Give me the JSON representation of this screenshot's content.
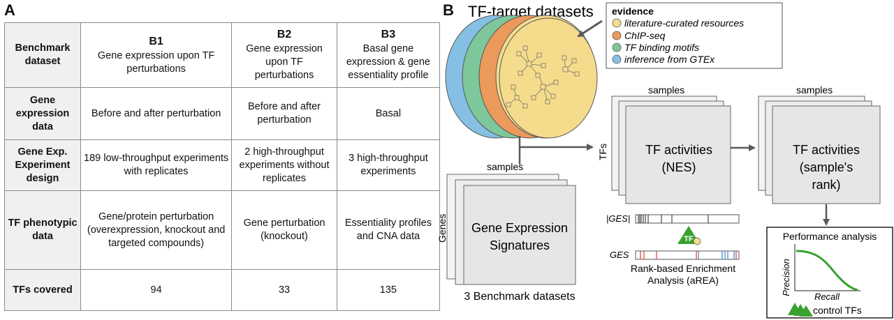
{
  "panel_a": {
    "letter": "A",
    "columns": [
      {
        "id": "B1",
        "desc": "Gene expression upon TF perturbations"
      },
      {
        "id": "B2",
        "desc": "Gene expression upon TF perturbations"
      },
      {
        "id": "B3",
        "desc": "Basal gene expression & gene essentiality profile"
      }
    ],
    "rows": [
      {
        "label": "Benchmark dataset"
      },
      {
        "label": "Gene expression data",
        "cells": [
          "Before and after perturbation",
          "Before and after perturbation",
          "Basal"
        ]
      },
      {
        "label": "Gene Exp. Experiment design",
        "cells": [
          "189 low-throughput experiments with replicates",
          "2 high-throughput experiments without replicates",
          "3 high-throughput experiments"
        ]
      },
      {
        "label": "TF phenotypic data",
        "cells": [
          "Gene/protein perturbation (overexpression, knockout and targeted compounds)",
          "Gene perturbation (knockout)",
          "Essentiality profiles and CNA data"
        ]
      },
      {
        "label": "TFs covered",
        "cells": [
          "94",
          "33",
          "135"
        ]
      }
    ]
  },
  "panel_b": {
    "letter": "B",
    "title": "TF-target datasets",
    "evidence": {
      "heading": "evidence",
      "items": [
        {
          "label": "literature-curated resources",
          "color": "#f5dc8c"
        },
        {
          "label": "ChIP-seq",
          "color": "#eb9a5c"
        },
        {
          "label": "TF binding motifs",
          "color": "#7ec79a"
        },
        {
          "label": "inference from GTEx",
          "color": "#86bfe4"
        }
      ]
    },
    "ges": {
      "samples_label": "samples",
      "genes_label": "Genes",
      "title_line1": "Gene Expression",
      "title_line2": "Signatures",
      "caption": "3 Benchmark datasets"
    },
    "nes": {
      "samples_label": "samples",
      "tfs_label": "TFs",
      "line1": "TF activities",
      "line2": "(NES)"
    },
    "rank": {
      "samples_label": "samples",
      "line1": "TF activities",
      "line2": "(sample's",
      "line3": "rank)"
    },
    "area": {
      "abs_ges_label": "|GES|",
      "ges_label": "GES",
      "tf_label": "TF",
      "caption_line1": "Rank-based Enrichment",
      "caption_line2": "Analysis (aREA)"
    },
    "performance": {
      "title": "Performance analysis",
      "y_label": "Precision",
      "x_label": "Recall",
      "legend": "control TFs"
    }
  }
}
